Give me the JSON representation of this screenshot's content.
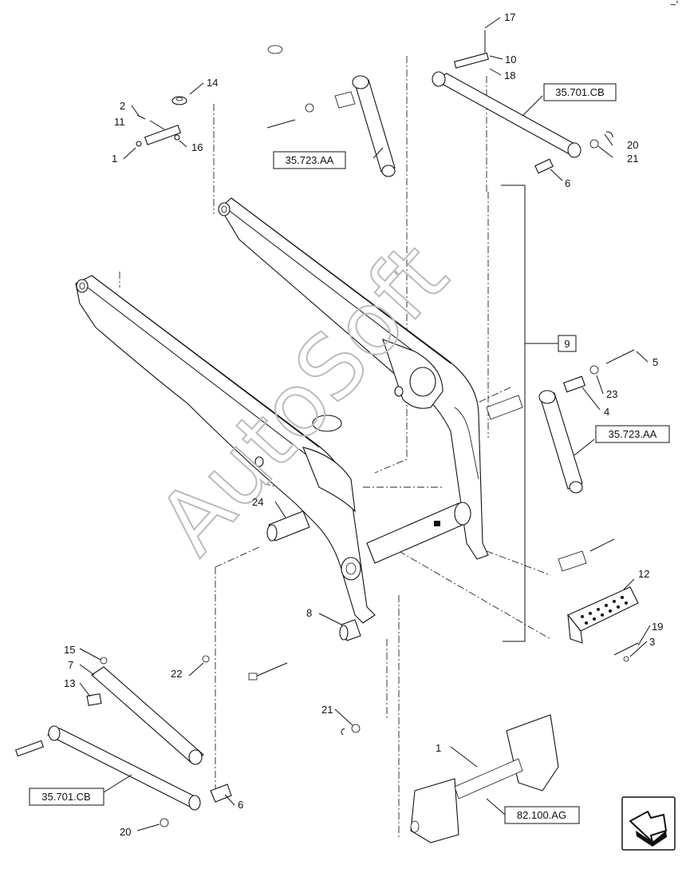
{
  "watermark": "AutoSoft",
  "references": [
    "35.723.AA",
    "35.701.CB",
    "35.723.AA",
    "35.701.CB",
    "82.100.AG"
  ],
  "group_label": "9",
  "part_numbers": [
    "17",
    "10",
    "18",
    "14",
    "2",
    "11",
    "1",
    "16",
    "20",
    "21",
    "6",
    "5",
    "23",
    "4",
    "24",
    "12",
    "8",
    "19",
    "3",
    "15",
    "7",
    "13",
    "22",
    "21",
    "1",
    "20",
    "6"
  ],
  "colors": {
    "line": "#111111",
    "watermark": "#bbbbbb",
    "background": "#ffffff"
  },
  "icons": [
    "next-page-arrow-icon"
  ]
}
